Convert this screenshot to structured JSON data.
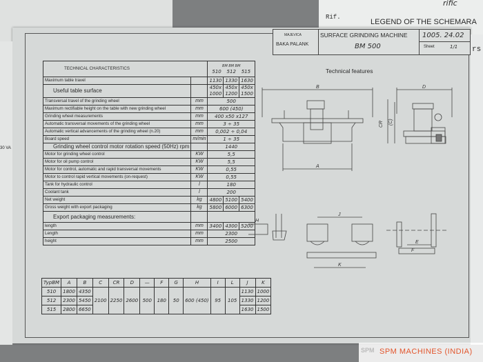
{
  "background": {
    "top_paper_ref": "Rif.",
    "top_paper_title": "LEGEND OF THE SCHEMARA",
    "top_paper_partial": "rific",
    "right_edge_partial": "rs",
    "left_edge_partial": "30 VA"
  },
  "title_block": {
    "company": "MAJEVICA",
    "city": "BAKA PALANK",
    "title": "SURFACE GRINDING MACHINE",
    "model": "BM 500",
    "doc_number": "1005. 24.02",
    "sheet_label": "Sheet",
    "sheet_value": "1/1"
  },
  "spec_table": {
    "header": "TECHNICAL CHARACTERISTICS",
    "model_header": "BM BM BM",
    "models": [
      "510",
      "512",
      "515"
    ],
    "rows": [
      {
        "label": "Maximum table travel",
        "unit": "",
        "values": [
          "1130",
          "1330",
          "1630"
        ]
      },
      {
        "label": "Useful table surface",
        "unit": "",
        "values": [
          "450x 1000",
          "450x 1200",
          "450x 1500"
        ],
        "big": true
      },
      {
        "label": "Transversal travel of the grinding wheel",
        "unit": "mm",
        "values": [
          "500"
        ]
      },
      {
        "label": "Maximum rectifiable height on the table with new grinding wheel",
        "unit": "mm",
        "values": [
          "600 (450)"
        ]
      },
      {
        "label": "Grinding wheel measurements",
        "unit": "mm",
        "values": [
          "400 x50 x127"
        ]
      },
      {
        "label": "Automatic transversal movements of the grinding wheel",
        "unit": "mm",
        "values": [
          "3 ÷ 35"
        ]
      },
      {
        "label": "Automatic vertical advancements of the grinding wheel (n.20)",
        "unit": "mm",
        "values": [
          "0,002 ÷ 0,04"
        ]
      },
      {
        "label": "Board speed",
        "unit": "m/min",
        "values": [
          "1 ÷ 35"
        ]
      },
      {
        "label": "Grinding wheel control motor rotation speed (50Hz) rpm",
        "unit": "",
        "values": [
          "1440"
        ],
        "big": true
      },
      {
        "label": "Motor for grinding wheel control",
        "unit": "KW",
        "values": [
          "5,5"
        ]
      },
      {
        "label": "Motor for oil pump control",
        "unit": "KW",
        "values": [
          "5,5"
        ]
      },
      {
        "label": "Motor for control, automatic and rapid transversal movements",
        "unit": "KW",
        "values": [
          "0,55"
        ]
      },
      {
        "label": "Motor to control rapid vertical movements (on-request)",
        "unit": "KW",
        "values": [
          "0,55"
        ]
      },
      {
        "label": "Tank for hydraulic control",
        "unit": "l",
        "values": [
          "180"
        ]
      },
      {
        "label": "Coolant tank",
        "unit": "l",
        "values": [
          "200"
        ]
      },
      {
        "label": "Net weight",
        "unit": "kg",
        "values": [
          "4800",
          "5100",
          "5400"
        ]
      },
      {
        "label": "Gross weight with export packaging",
        "unit": "kg",
        "values": [
          "5800",
          "6000",
          "6300"
        ]
      },
      {
        "label": "Export packaging measurements:",
        "unit": "",
        "values": [],
        "big": true
      },
      {
        "label": "length",
        "unit": "mm",
        "values": [
          "3400",
          "4300",
          "5200"
        ]
      },
      {
        "label": "Length",
        "unit": "mm",
        "values": [
          "2300"
        ]
      },
      {
        "label": "height",
        "unit": "mm",
        "values": [
          "2500"
        ]
      }
    ]
  },
  "dims_table": {
    "headers": [
      "TypBM",
      "A",
      "B",
      "C",
      "CR",
      "D",
      "—",
      "F",
      "G",
      "H",
      "I",
      "L",
      "J",
      "K"
    ],
    "rows": [
      {
        "type": "510",
        "A": "1800",
        "B": "4350",
        "J": "1130",
        "K": "1000"
      },
      {
        "type": "512",
        "A": "2300",
        "B": "5450",
        "J": "1330",
        "K": "1200"
      },
      {
        "type": "515",
        "A": "2800",
        "B": "6650",
        "J": "1630",
        "K": "1500"
      }
    ],
    "shared": [
      "2100",
      "2250",
      "2600",
      "500",
      "180",
      "50",
      "600 (450)",
      "95",
      "105"
    ]
  },
  "drawing": {
    "title": "Technical features",
    "labels": {
      "A": "A",
      "B": "B",
      "CR": "CR",
      "C": "(C)",
      "D": "D",
      "J": "J",
      "K": "K",
      "E": "E",
      "F": "F",
      "H": "H"
    }
  },
  "watermark": {
    "text": "SPM MACHINES (INDIA)",
    "logo_text": "SPM",
    "color": "#e2542b"
  }
}
